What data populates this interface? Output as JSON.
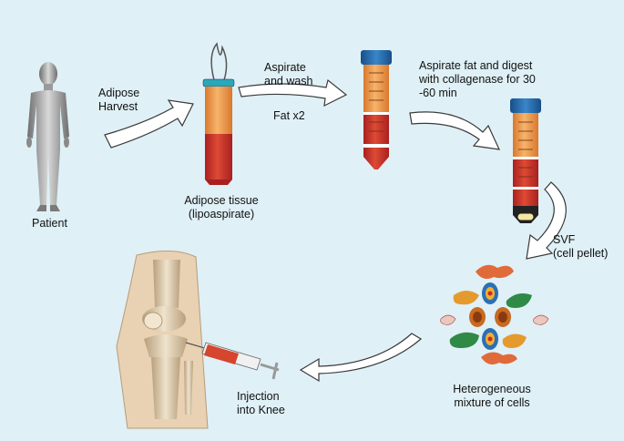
{
  "labels": {
    "patient": "Patient",
    "adipose_harvest": "Adipose\nHarvest",
    "aspirate_wash": "Aspirate\nand wash",
    "fat_x2": "Fat x2",
    "adipose_tissue": "Adipose tissue\n(lipoaspirate)",
    "digest": "Aspirate fat and digest\nwith collagenase for 30\n-60 min",
    "svf": "SVF\n(cell pellet)",
    "heterogeneous": "Heterogeneous\nmixture of cells",
    "injection": "Injection\ninto Knee"
  },
  "colors": {
    "background": "#dff0f6",
    "fat_orange": "#f0a050",
    "blood_red": "#c8302a",
    "cap_blue": "#1f63a8",
    "arrow_fill": "#ffffff",
    "arrow_stroke": "#3a3a3a"
  }
}
